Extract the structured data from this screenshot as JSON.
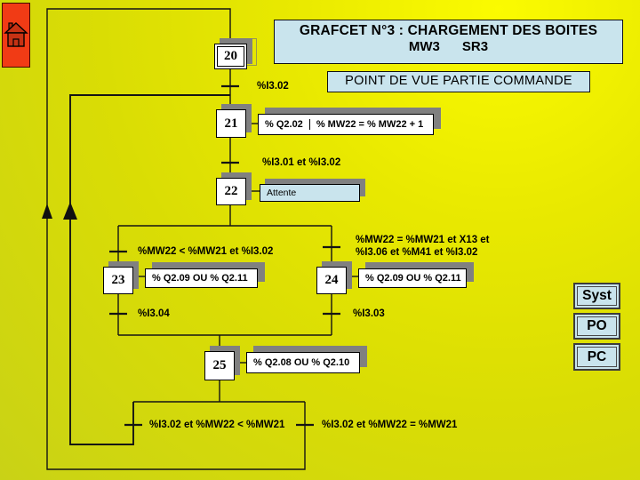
{
  "header": {
    "title_line1": "GRAFCET N°3 : CHARGEMENT DES BOITES",
    "title_line2": "MW3      SR3",
    "point_of_view": "POINT DE VUE PARTIE COMMANDE"
  },
  "nav": {
    "home_icon": "home-icon",
    "buttons": [
      "Syst",
      "PO",
      "PC"
    ]
  },
  "grafcet": {
    "steps": [
      "20",
      "21",
      "22",
      "23",
      "24",
      "25"
    ],
    "transitions": {
      "t20_21": "%I3.02",
      "t21_22": "%I3.01 et %I3.02",
      "t22_23": "%MW22 < %MW21 et %I3.02",
      "t22_24_line1": "%MW22 = %MW21 et X13 et",
      "t22_24_line2": "%I3.06 et %M41 et %I3.02",
      "t23_25": "%I3.04",
      "t24_25": "%I3.03",
      "t25_back21": "%I3.02 et %MW22 < %MW21",
      "t25_back20": "%I3.02 et %MW22 = %MW21"
    },
    "actions": {
      "step21_a": "% Q2.02",
      "step21_b": "% MW22 = % MW22 + 1",
      "step22": "Attente",
      "step23": "% Q2.09 OU % Q2.11",
      "step24": "% Q2.09 OU % Q2.11",
      "step25": "% Q2.08 OU % Q2.10"
    }
  },
  "colors": {
    "background_yellow": "#e9e900",
    "background_olive": "#c9d216",
    "panel_blue": "#c9e4ed",
    "shadow_gray": "#808080",
    "home_red": "#f13b15",
    "line_black": "#141414"
  }
}
